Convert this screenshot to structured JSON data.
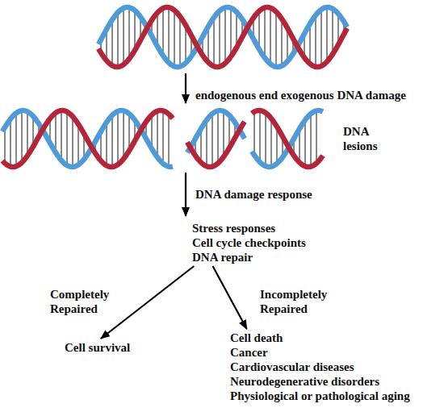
{
  "diagram": {
    "nodes": [
      {
        "text": [
          "Stress responses",
          "Cell cycle checkpoints",
          "DNA repair"
        ]
      },
      {
        "text": [
          "Cell survival"
        ]
      },
      {
        "text": [
          "Cell death",
          "Cancer",
          "Cardiovascular diseases",
          "Neurodegenerative disorders",
          "Physiological or pathological aging"
        ]
      }
    ],
    "edges": [
      {
        "from": 0,
        "to": 1,
        "arrow": "to",
        "label": "Completely Repaired"
      },
      {
        "from": 0,
        "to": 2,
        "arrow": "to",
        "label": "Incompletely Repaired"
      }
    ],
    "labels": [
      "endogenous end exogenous DNA damage",
      "DNA lesions",
      "DNA damage response"
    ]
  }
}
